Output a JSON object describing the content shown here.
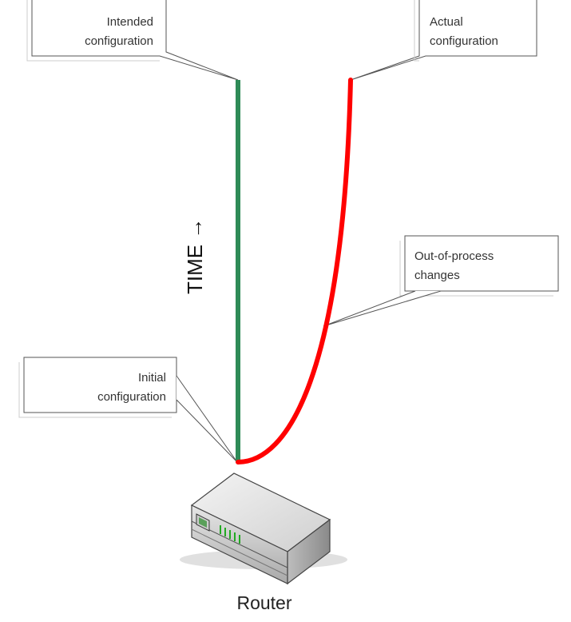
{
  "callouts": {
    "intended": {
      "line1": "Intended",
      "line2": "configuration"
    },
    "actual": {
      "line1": "Actual",
      "line2": "configuration"
    },
    "out_of_process": {
      "line1": "Out-of-process",
      "line2": "changes"
    },
    "initial": {
      "line1": "Initial",
      "line2": "configuration"
    }
  },
  "time_label": "TIME →",
  "device_label": "Router",
  "colors": {
    "intended_line": "#2e8b57",
    "actual_line": "#ff0000",
    "router_leds": "#22aa22"
  },
  "icons": {
    "device": "router-icon"
  }
}
